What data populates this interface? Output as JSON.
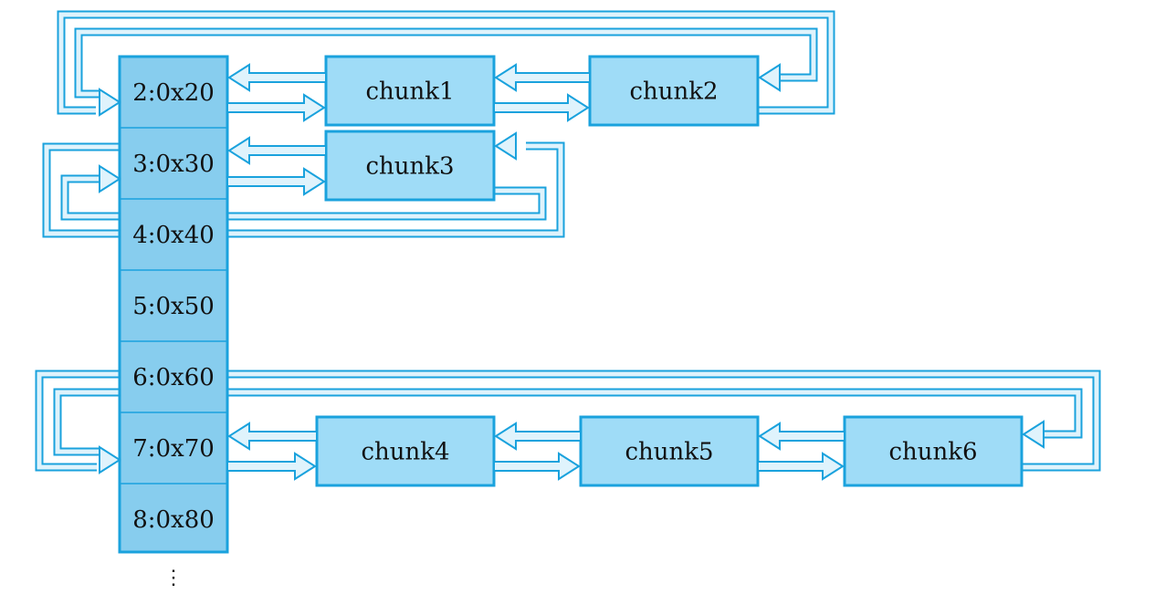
{
  "colors": {
    "bin_fill": "#87cdee",
    "chunk_fill": "#9fdcf7",
    "stroke": "#1aa2dd",
    "arrow_fill": "#dff3fc",
    "background": "#ffffff"
  },
  "bins": [
    {
      "label": "2:0x20"
    },
    {
      "label": "3:0x30"
    },
    {
      "label": "4:0x40"
    },
    {
      "label": "5:0x50"
    },
    {
      "label": "6:0x60"
    },
    {
      "label": "7:0x70"
    },
    {
      "label": "8:0x80"
    }
  ],
  "continuation": "⋮",
  "chunks": [
    {
      "id": "chunk1",
      "label": "chunk1"
    },
    {
      "id": "chunk2",
      "label": "chunk2"
    },
    {
      "id": "chunk3",
      "label": "chunk3"
    },
    {
      "id": "chunk4",
      "label": "chunk4"
    },
    {
      "id": "chunk5",
      "label": "chunk5"
    },
    {
      "id": "chunk6",
      "label": "chunk6"
    }
  ]
}
